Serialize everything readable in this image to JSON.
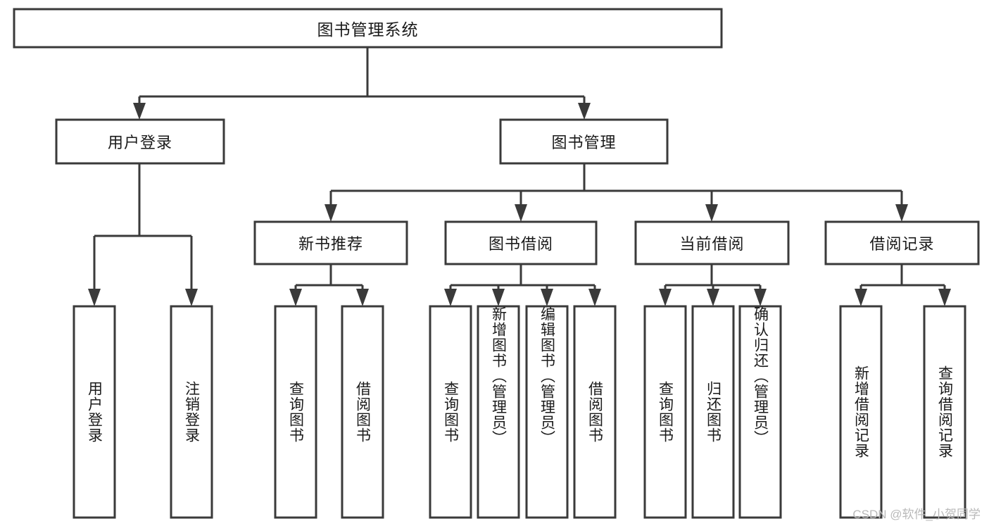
{
  "diagram": {
    "type": "hierarchy-tree",
    "title": "图书管理系统",
    "root": {
      "id": "system",
      "label": "图书管理系统"
    },
    "level2": [
      {
        "id": "user-login",
        "label": "用户登录"
      },
      {
        "id": "book-management",
        "label": "图书管理"
      }
    ],
    "level3": [
      {
        "id": "new-book-recommend",
        "label": "新书推荐",
        "parent": "book-management"
      },
      {
        "id": "book-borrow",
        "label": "图书借阅",
        "parent": "book-management"
      },
      {
        "id": "current-borrow",
        "label": "当前借阅",
        "parent": "book-management"
      },
      {
        "id": "borrow-record",
        "label": "借阅记录",
        "parent": "book-management"
      }
    ],
    "leaves": {
      "user-login": [
        {
          "id": "leaf-user-login",
          "label": "用户登录"
        },
        {
          "id": "leaf-logout-login",
          "label": "注销登录"
        }
      ],
      "new-book-recommend": [
        {
          "id": "leaf-query-book-1",
          "label": "查询图书"
        },
        {
          "id": "leaf-borrow-book-1",
          "label": "借阅图书"
        }
      ],
      "book-borrow": [
        {
          "id": "leaf-query-book-2",
          "label": "查询图书"
        },
        {
          "id": "leaf-add-book-admin",
          "label": "新增图书（管理员）"
        },
        {
          "id": "leaf-edit-book-admin",
          "label": "编辑图书（管理员）"
        },
        {
          "id": "leaf-borrow-book-2",
          "label": "借阅图书"
        }
      ],
      "current-borrow": [
        {
          "id": "leaf-query-book-3",
          "label": "查询图书"
        },
        {
          "id": "leaf-return-book",
          "label": "归还图书"
        },
        {
          "id": "leaf-confirm-return-admin",
          "label": "确认归还（管理员）"
        }
      ],
      "borrow-record": [
        {
          "id": "leaf-add-borrow-record",
          "label": "新增借阅记录"
        },
        {
          "id": "leaf-query-borrow-record",
          "label": "查询借阅记录"
        }
      ]
    }
  },
  "watermark": {
    "text": "CSDN @软件_小贺同学"
  },
  "colors": {
    "stroke": "#3a3a3a",
    "fill": "#ffffff",
    "text": "#1a1a1a",
    "watermark": "#b9b9b9",
    "background": "#ffffff"
  }
}
